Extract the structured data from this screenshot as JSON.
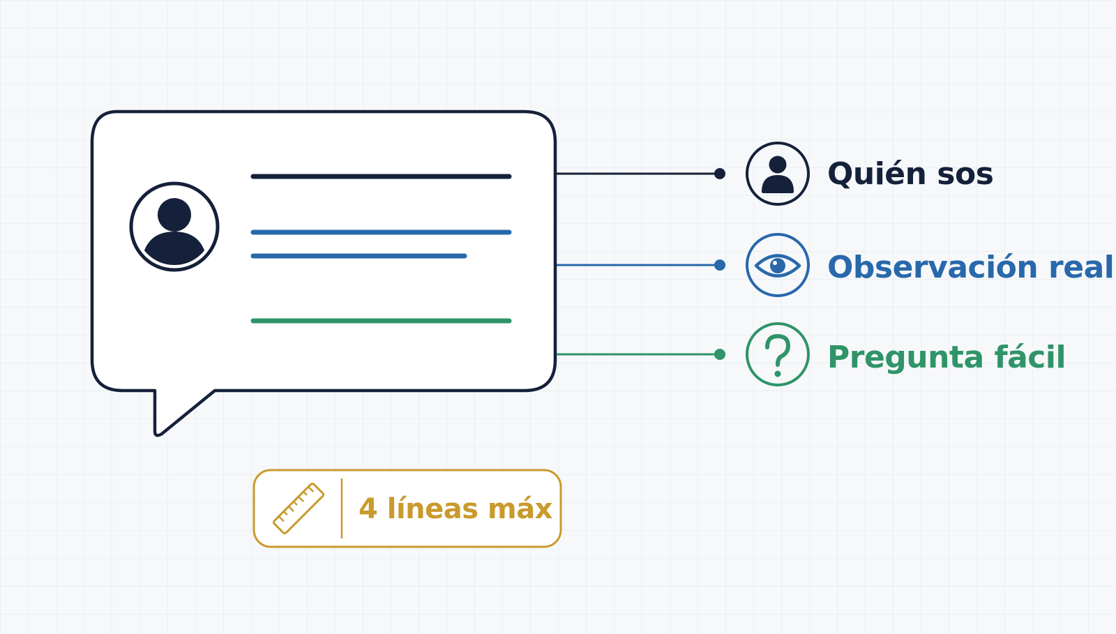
{
  "colors": {
    "ink": "#15213a",
    "blue": "#2868ab",
    "green": "#2f9468",
    "gold": "#c99a2c",
    "background": "#f6f8fa",
    "bubble_fill": "#ffffff"
  },
  "message_card": {
    "avatar_icon": "user-icon",
    "lines": [
      {
        "role": "who",
        "color": "ink"
      },
      {
        "role": "observation",
        "color": "blue"
      },
      {
        "role": "observation",
        "color": "blue"
      },
      {
        "role": "question",
        "color": "green"
      }
    ]
  },
  "legend": [
    {
      "label": "Quién sos",
      "icon": "user-icon",
      "color": "ink"
    },
    {
      "label": "Observación real",
      "icon": "eye-icon",
      "color": "blue"
    },
    {
      "label": "Pregunta fácil",
      "icon": "question-mark-icon",
      "color": "green"
    }
  ],
  "limit_badge": {
    "icon": "ruler-icon",
    "label": "4 líneas máx"
  }
}
